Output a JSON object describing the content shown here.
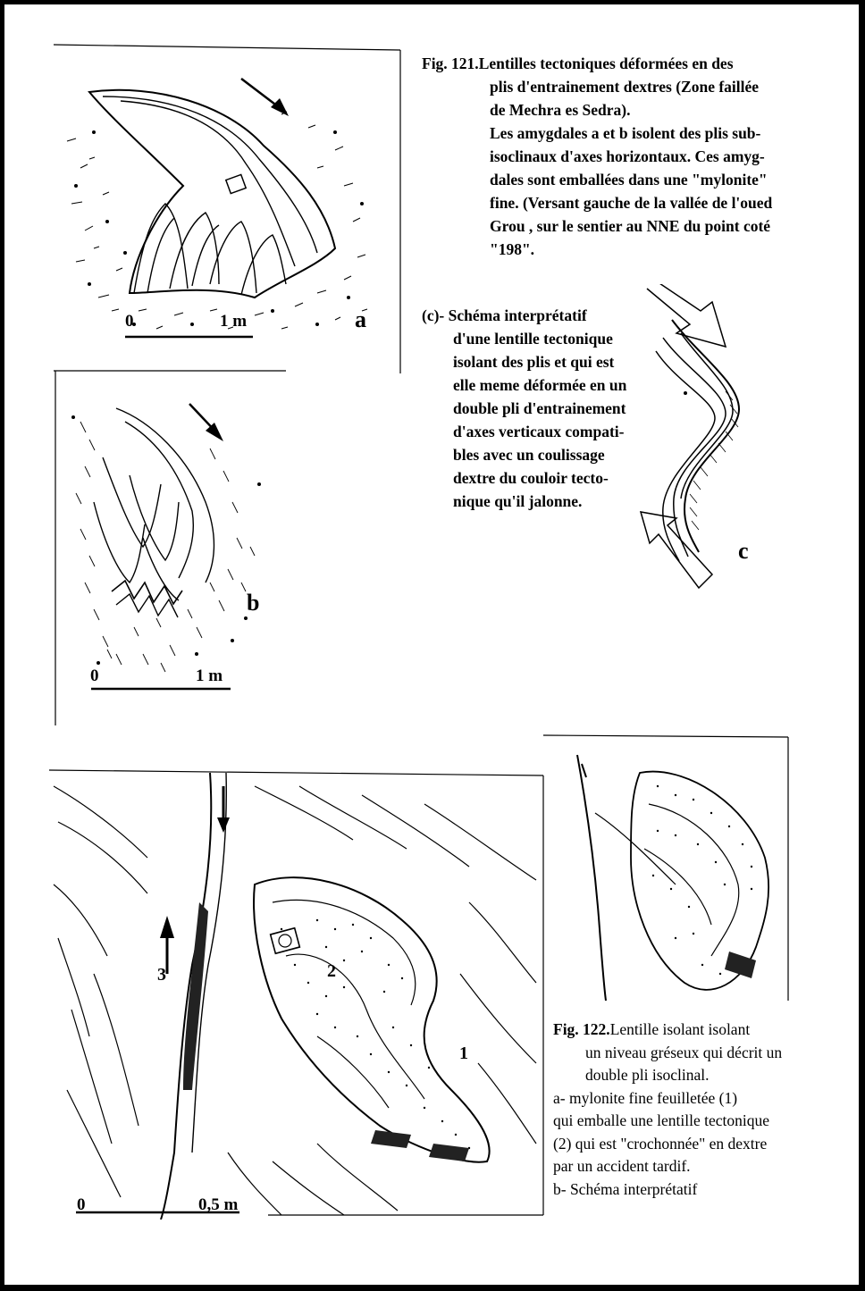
{
  "fig121": {
    "number": "Fig. 121.",
    "lines": [
      "Lentilles tectoniques déformées en des",
      "plis d'entrainement  dextres (Zone faillée",
      "de Mechra es Sedra).",
      "Les amygdales a et b isolent des plis sub-",
      "isoclinaux d'axes horizontaux. Ces amyg-",
      "dales sont emballées dans une \"mylonite\"",
      "fine. (Versant gauche de la vallée de l'oued",
      "Grou , sur le sentier au NNE du point coté",
      " \"198\"."
    ]
  },
  "schema_c": {
    "lines": [
      "(c)- Schéma interprétatif",
      "d'une lentille tectonique",
      "isolant des plis  et qui est",
      "elle meme déformée en un",
      "double pli d'entrainement",
      "d'axes verticaux compati-",
      "bles avec un coulissage",
      "dextre du couloir tecto-",
      "nique qu'il jalonne."
    ]
  },
  "fig122": {
    "number": "Fig. 122.",
    "lines": [
      "Lentille isolant isolant",
      "un niveau gréseux qui décrit un",
      "double pli isoclinal.",
      "a- mylonite fine feuilletée (1)",
      "qui emballe une lentille tectonique",
      "(2) qui est \"crochonnée\" en dextre",
      "par un accident tardif.",
      "b- Schéma interprétatif"
    ]
  },
  "labels": {
    "a": "a",
    "b": "b",
    "c": "c",
    "scale_a_zero": "0",
    "scale_a_len": "1 m",
    "scale_b_zero": "0",
    "scale_b_len": "1 m",
    "scale_122_zero": "0",
    "scale_122_len": "0,5 m",
    "mark_1": "1",
    "mark_2": "2",
    "mark_3": "3"
  }
}
